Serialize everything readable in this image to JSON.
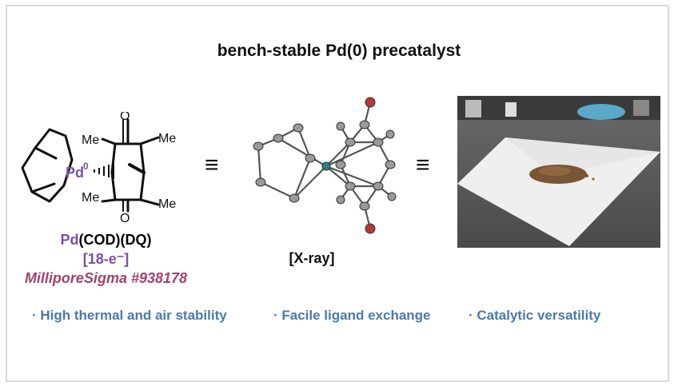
{
  "title": "bench-stable Pd(0) precatalyst",
  "structure": {
    "pd_label": "Pd",
    "pd_superscript": "0",
    "me_label": "Me",
    "o_label": "O",
    "compound_pd": "Pd",
    "compound_rest": "(COD)(DQ)",
    "electron_count": "[18-e⁻]",
    "catalog": "MilliporeSigma #938178"
  },
  "equiv_symbol": "≡",
  "xray_label": "[X-ray]",
  "features": [
    "· High thermal and air stability",
    "· Facile ligand exchange",
    "· Catalytic versatility"
  ],
  "colors": {
    "purple": "#7b4fa8",
    "magenta": "#a3416e",
    "blue": "#4a7aaa",
    "oxygen_red": "#b33a3a"
  }
}
